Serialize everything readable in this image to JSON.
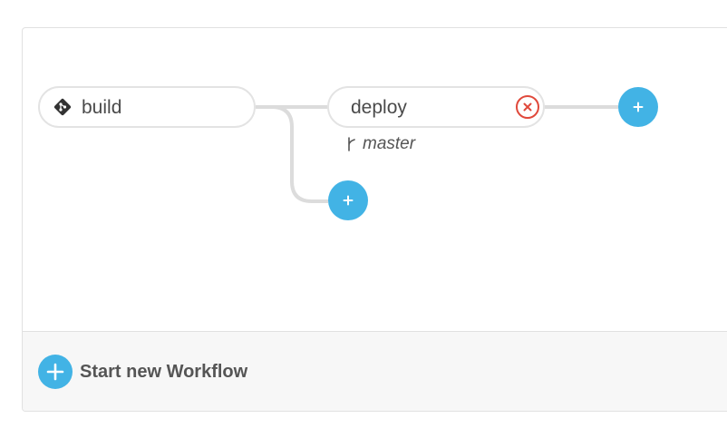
{
  "pipeline": {
    "stages": [
      {
        "name": "build"
      },
      {
        "name": "deploy",
        "branch": "master"
      }
    ]
  },
  "footer": {
    "start_workflow_label": "Start new Workflow"
  },
  "colors": {
    "accent": "#42b3e5",
    "danger": "#e0493b",
    "border": "#e3e3e3",
    "footer_bg": "#f7f7f7"
  },
  "icons": {
    "build": "git-icon",
    "branch": "branch-icon",
    "remove": "close-icon",
    "add": "plus-icon"
  }
}
